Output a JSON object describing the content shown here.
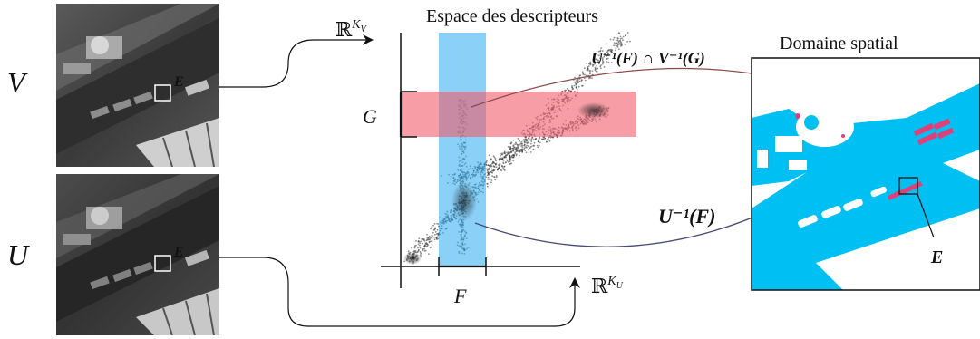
{
  "labels": {
    "descriptor_space_title": "Espace des descripteurs",
    "spatial_domain_title": "Domaine spatial",
    "image_v": "V",
    "image_u": "U",
    "region_e_top": "E",
    "region_e_bottom": "E",
    "region_e_mask": "E",
    "axis_y": "ℝ",
    "axis_y_sup": "K",
    "axis_y_sub": "V",
    "axis_x": "ℝ",
    "axis_x_sup": "K",
    "axis_x_sub": "U",
    "interval_f": "F",
    "interval_g": "G",
    "preimage_intersection": "U⁻¹(F) ∩ V⁻¹(G)",
    "preimage_f": "U⁻¹(F)"
  },
  "colors": {
    "band_f": "#2aa9f0",
    "band_g": "#f25c6a",
    "mask_cyan": "#00bff2",
    "mask_pink": "#e0407a",
    "arrow_top": "#8a4a4a",
    "arrow_bottom": "#4a4a78",
    "label_intersection": "#8a3a4a",
    "label_preimage": "#3a3a6a"
  }
}
